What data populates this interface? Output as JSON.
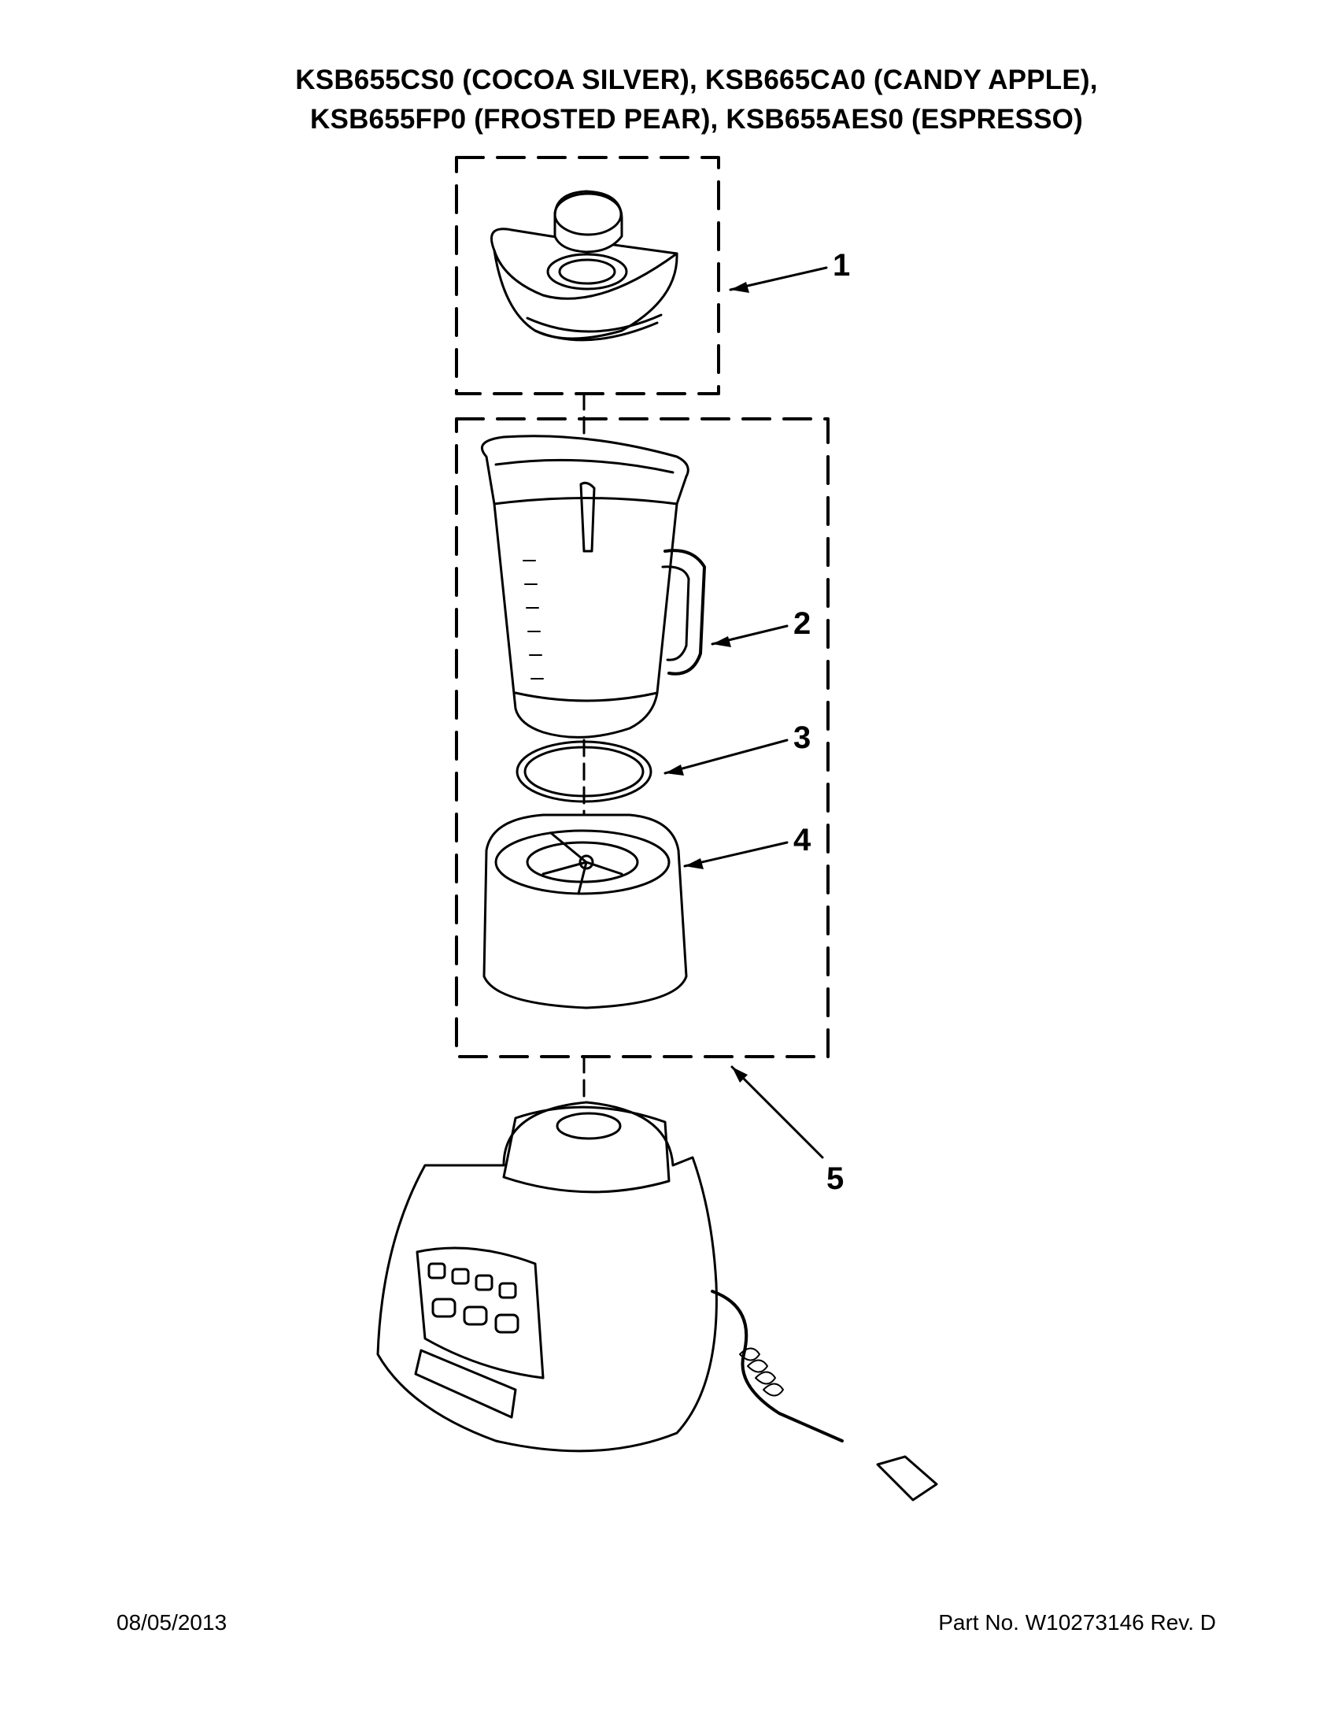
{
  "header": {
    "line1": "KSB655CS0 (COCOA SILVER), KSB665CA0 (CANDY APPLE),",
    "line2": "KSB655FP0 (FROSTED PEAR), KSB655AES0 (ESPRESSO)"
  },
  "callouts": [
    "1",
    "2",
    "3",
    "4",
    "5"
  ],
  "footer": {
    "date": "08/05/2013",
    "part_no": "Part No.  W10273146  Rev.  D"
  }
}
